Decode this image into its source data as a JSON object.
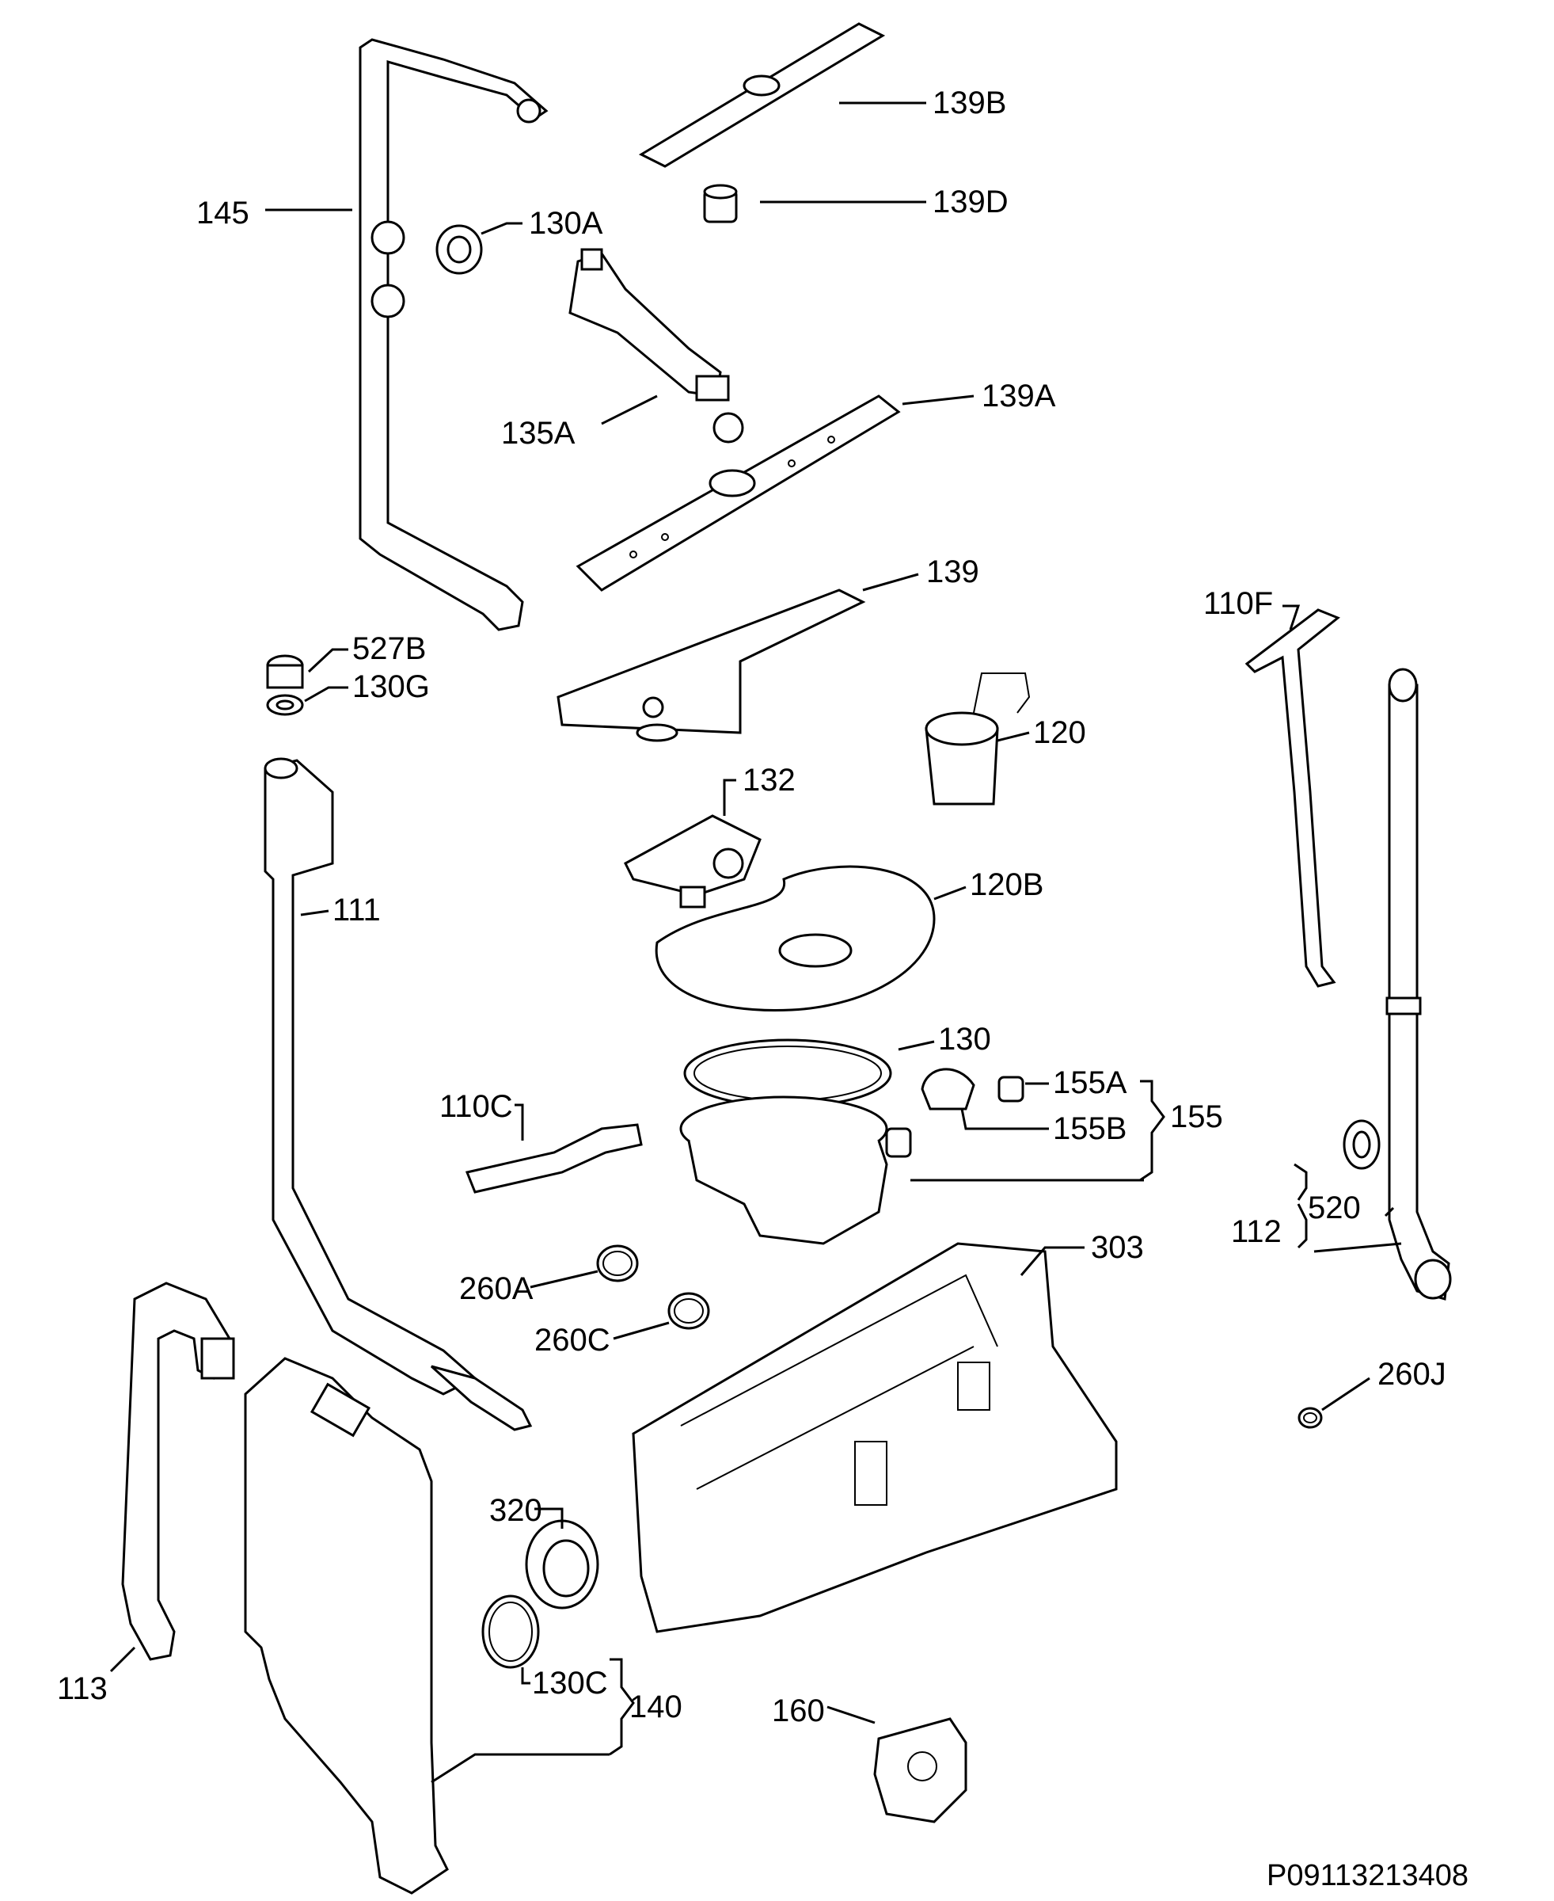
{
  "diagram": {
    "labels": {
      "l145": "145",
      "l130A": "130A",
      "l139B": "139B",
      "l139D": "139D",
      "l135A": "135A",
      "l139A": "139A",
      "l139": "139",
      "l110F": "110F",
      "l527B": "527B",
      "l130G": "130G",
      "l120": "120",
      "l132": "132",
      "l111": "111",
      "l120B": "120B",
      "l130": "130",
      "l155A": "155A",
      "l155B": "155B",
      "l155": "155",
      "l110C": "110C",
      "l520": "520",
      "l112": "112",
      "l303": "303",
      "l260A": "260A",
      "l260C": "260C",
      "l260J": "260J",
      "l320": "320",
      "l113": "113",
      "l130C": "130C",
      "l140": "140",
      "l160": "160"
    },
    "drawing_code": "P09113213408"
  }
}
